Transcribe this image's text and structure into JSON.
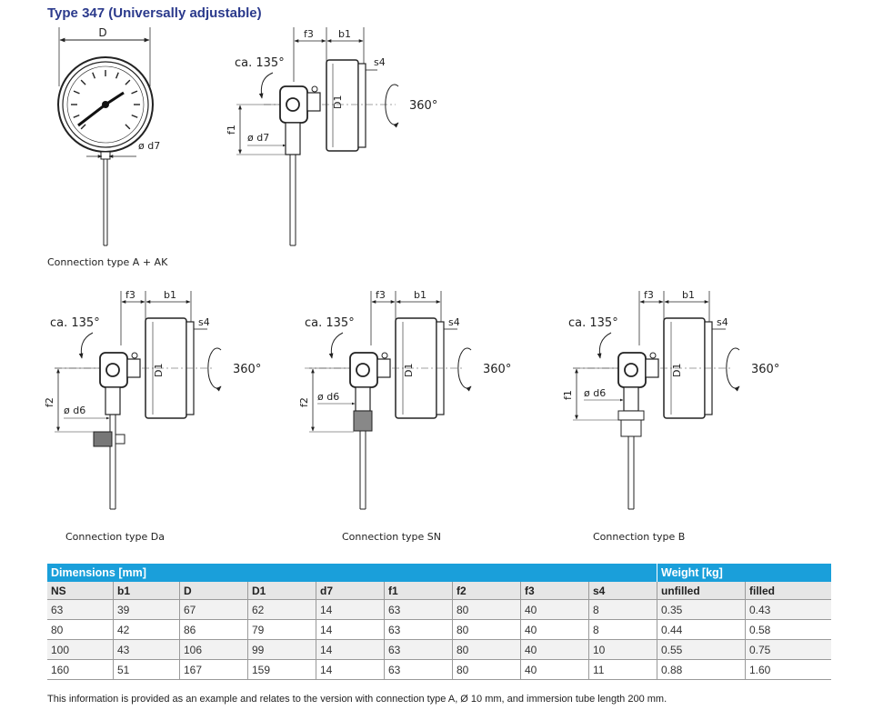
{
  "page": {
    "title": "Type 347 (Universally adjustable)",
    "footnote": "This information is provided as an example and relates to the version with connection type A, Ø 10 mm, and immersion tube length 200 mm."
  },
  "drawings": {
    "front_view": {
      "label_D": "D",
      "label_d7": "ø d7",
      "caption": "Connection type A + AK"
    },
    "view_A": {
      "angle": "ca. 135°",
      "rotation": "360°",
      "f3": "f3",
      "b1": "b1",
      "s4": "s4",
      "D1": "D1",
      "f": "f1",
      "d": "ø d7"
    },
    "view_Da": {
      "angle": "ca. 135°",
      "rotation": "360°",
      "f3": "f3",
      "b1": "b1",
      "s4": "s4",
      "D1": "D1",
      "f": "f2",
      "d": "ø d6",
      "caption": "Connection type Da"
    },
    "view_SN": {
      "angle": "ca. 135°",
      "rotation": "360°",
      "f3": "f3",
      "b1": "b1",
      "s4": "s4",
      "D1": "D1",
      "f": "f2",
      "d": "ø d6",
      "caption": "Connection type SN"
    },
    "view_B": {
      "angle": "ca. 135°",
      "rotation": "360°",
      "f3": "f3",
      "b1": "b1",
      "s4": "s4",
      "D1": "D1",
      "f": "f1",
      "d": "ø d6",
      "caption": "Connection type B"
    }
  },
  "table": {
    "group_headers": [
      "Dimensions [mm]",
      "Weight [kg]"
    ],
    "columns": [
      "NS",
      "b1",
      "D",
      "D1",
      "d7",
      "f1",
      "f2",
      "f3",
      "s4",
      "unfilled",
      "filled"
    ],
    "rows": [
      [
        "63",
        "39",
        "67",
        "62",
        "14",
        "63",
        "80",
        "40",
        "8",
        "0.35",
        "0.43"
      ],
      [
        "80",
        "42",
        "86",
        "79",
        "14",
        "63",
        "80",
        "40",
        "8",
        "0.44",
        "0.58"
      ],
      [
        "100",
        "43",
        "106",
        "99",
        "14",
        "63",
        "80",
        "40",
        "10",
        "0.55",
        "0.75"
      ],
      [
        "160",
        "51",
        "167",
        "159",
        "14",
        "63",
        "80",
        "40",
        "11",
        "0.88",
        "1.60"
      ]
    ]
  }
}
